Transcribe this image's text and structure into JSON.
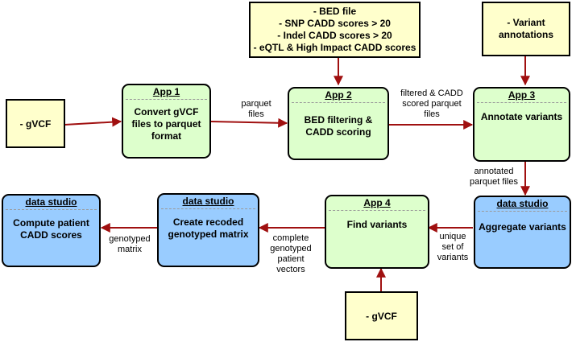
{
  "inputs": {
    "gvcf_left": "- gVCF",
    "gvcf_bottom": "- gVCF",
    "bed": [
      "- BED file",
      "- SNP CADD scores  > 20",
      "- Indel CADD scores > 20",
      "- eQTL & High Impact CADD scores"
    ],
    "variant_annotations": [
      "- Variant",
      "annotations"
    ]
  },
  "app1": {
    "header": "App 1",
    "body": [
      "Convert gVCF",
      "files to parquet",
      "format"
    ]
  },
  "app2": {
    "header": "App 2",
    "body": [
      "BED filtering &",
      "CADD scoring"
    ]
  },
  "app3": {
    "header": "App 3",
    "body": [
      "Annotate variants"
    ]
  },
  "app4": {
    "header": "App 4",
    "body": [
      "Find variants"
    ]
  },
  "ds_aggregate": {
    "header": "data studio",
    "body": [
      "Aggregate variants"
    ]
  },
  "ds_recoded": {
    "header": "data studio",
    "body": [
      "Create recoded",
      "genotyped matrix"
    ]
  },
  "ds_cadd": {
    "header": "data studio",
    "body": [
      "Compute patient",
      "CADD scores"
    ]
  },
  "edges": {
    "parquet_files": [
      "parquet",
      "files"
    ],
    "filtered_cadd": [
      "filtered & CADD",
      "scored parquet",
      "files"
    ],
    "annotated": [
      "annotated",
      "parquet files"
    ],
    "unique_set": [
      "unique",
      "set of",
      "variants"
    ],
    "complete_vectors": [
      "complete",
      "genotyped",
      "patient",
      "vectors"
    ],
    "genotyped_matrix": [
      "genotyped",
      "matrix"
    ]
  },
  "colors": {
    "arrow": "#a01010",
    "note_fill": "#ffffcc",
    "app_fill": "#ddffcc",
    "studio_fill": "#99ccff"
  }
}
